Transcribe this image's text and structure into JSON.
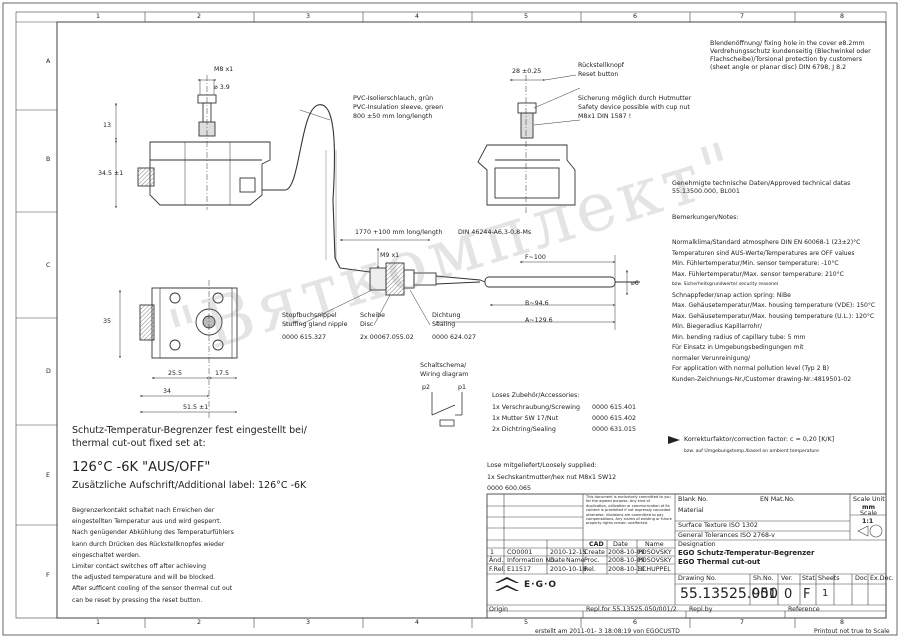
{
  "grid": {
    "cols": [
      "1",
      "2",
      "3",
      "4",
      "5",
      "6",
      "7",
      "8"
    ],
    "rows": [
      "A",
      "B",
      "C",
      "D",
      "E",
      "F"
    ]
  },
  "top_dims": {
    "m8": "M8 x1",
    "d39": "⌀ 3.9",
    "h13": "13",
    "h345": "34.5 ±1",
    "w28": "28 ±0.25"
  },
  "bottom_dims": {
    "d35": "35",
    "d255": "25.5",
    "d175": "17.5",
    "d34": "34",
    "d515": "51.5 ±1"
  },
  "labels": {
    "pvc_de": "PVC-Isolierschlauch, grün",
    "pvc_en": "PVC-Insulation sleeve, green",
    "pvc_len": "800 ±50 mm long/length",
    "knob_de": "Rückstellknopf",
    "knob_en": "Reset button",
    "safety_de": "Sicherung möglich durch Hutmutter",
    "safety_en": "Safety device possible with cup nut",
    "safety_std": "M8x1 DIN 1587 !",
    "cap_len": "1770 +100 mm long/length",
    "din_nut": "DIN 46244-A6,3-0,8-Ms",
    "m9": "M9 x1",
    "f_len": "F~100",
    "b_len": "B~94.6",
    "a_len": "A~129.6",
    "d6": "⌀6",
    "gland_de": "Stopfbuchsnippel",
    "gland_en": "Stuffing gland nipple",
    "gland_no": "0000 615.327",
    "disc_de": "Scheibe",
    "disc_en": "Disc",
    "disc_no": "2x 00067.055.02",
    "seal_de": "Dichtung",
    "seal_en": "Sealing",
    "seal_no": "0000 624.027",
    "wiring_de": "Schaltschema/",
    "wiring_en": "Wiring diagram",
    "p2": "p2",
    "p1": "p1"
  },
  "notes_right": [
    "Blendenöffnung/ fixing hole in the cover ⌀8.2mm",
    "Verdrehungsschutz kundenseitig (Blechwinkel oder",
    "Flachscheibe)/Torsional protection by customers",
    "(sheet angle or planar disc) DIN 6798, J 8.2"
  ],
  "approved": [
    "Genehmigte technische Daten/Approved technical datas",
    "55.13500.000, BL001"
  ],
  "remarks_title": "Bemerkungen/Notes:",
  "remarks": [
    "Normalklima/Standard atmosphere DIN EN 60068-1 (23±2)°C",
    "Temperaturen sind AUS-Werte/Temperatures are OFF values",
    "Min. Fühlertemperatur/Min. sensor temperature: -10°C",
    "Max. Fühlertemperatur/Max. sensor temperature: 210°C",
    "bzw. Sicherheitsgrundwerte/ security reasonel",
    "Schnappfeder/snap action spring: NiBe",
    "Max. Gehäusetemperatur/Max. housing temperature (VDE): 150°C",
    "Max. Gehäusetemperatur/Max. housing temperature (U.L.):   120°C",
    "Min. Biegeradius Kapillarrohr/",
    "Min. bending radius of capillary tube: 5 mm",
    "Für Einsatz in Umgebungsbedingungen mit",
    "normaler Verunreinigung/",
    "For application with normal pollution level (Typ 2 B)",
    "Kunden-Zeichnungs-Nr./Customer drawing-Nr.:4819501-02"
  ],
  "accessories": {
    "title": "Loses Zubehör/Accessories:",
    "items": [
      {
        "desc": "1x Verschraubung/Screwing",
        "no": "0000 615.401"
      },
      {
        "desc": "1x Mutter SW 17/Nut",
        "no": "0000 615.402"
      },
      {
        "desc": "2x Dichtring/Sealing",
        "no": "0000 631.015"
      }
    ]
  },
  "loosely": {
    "title": "Lose mitgeliefert/Loosely supplied:",
    "line1": "1x Sechskantmutter/hex nut M8x1 SW12",
    "line2": "0000 600.065"
  },
  "correction": {
    "line1": "Korrekturfaktor/correction factor: c = 0,20 [K/K]",
    "line2": "bzw. auf Umgebungstemp./based on ambient temperature"
  },
  "left_block": {
    "title1": "Schutz-Temperatur-Begrenzer fest eingestellt bei/",
    "title2": "thermal cut-out fixed set at:",
    "setting": "126°C -6K \"AUS/OFF\"",
    "additional": "Zusätzliche Aufschrift/Additional label: 126°C -6K",
    "desc": [
      "Begrenzerkontakt schaltet nach Erreichen der",
      "eingestellten Temperatur aus und wird gesperrt.",
      "Nach genügender Abkühlung des Temperaturfühlers",
      "kann durch Drücken des Rückstellknopfes wieder",
      "eingeschaltet werden.",
      "Limiter contact switches off after achieving",
      "the adjusted temperature and will be blocked.",
      "After sufficent cooling of the sensor thermal cut out",
      "can be reset by pressing the reset button."
    ]
  },
  "title_block": {
    "legal": "This document is exclusively committed to you for the agreed purpose. Any kind of duplication, utilization or communication of its content is prohibited if not expressly conceded otherwise. Violations are committed to pay compensations. Any claims of existing or future property rights remain unaffected.",
    "cad": "CAD",
    "h_date": "Date",
    "h_name": "Name",
    "rev_no": "1",
    "rev_code": "CO0001",
    "rev_date": "2010-12-15",
    "change": "Änd.",
    "info_no": "Information No.",
    "date_col": "Date",
    "name_col": "Name",
    "f_rel": "F.Rel.",
    "f_rel_val": "E11517",
    "f_rel_date": "2010-10-18",
    "create": "Create",
    "create_date": "2008-10-09",
    "create_name": "POSOVSKY",
    "proc": "Proc.",
    "proc_date": "2008-10-09",
    "proc_name": "POSOVSKY",
    "rel": "Rel.",
    "rel_date": "2008-10-10",
    "rel_name": "SCHUPPEL",
    "origin": "Origin",
    "replfor": "Repl.for 55.13525.050/001/2",
    "replby": "Repl.by",
    "reference": "Reference",
    "blank_no": "Blank No.",
    "en_mat_no": "EN Mat.No.",
    "material": "Material",
    "surface": "Surface Texture ISO 1302",
    "tolerances": "General Tolerances  ISO 2768-v",
    "designation": "Designation",
    "desig_de": "EGO Schutz-Temperatur-Begrenzer",
    "desig_en": "EGO Thermal cut-out",
    "drawing_no_label": "Drawing No.",
    "drawing_no": "55.13525.050",
    "sh_no_label": "Sh.No.",
    "sh_no": "901",
    "ver_label": "Ver.",
    "ver": "0",
    "stat_label": "Stat.",
    "stat": "F",
    "sheets_label": "Sheets",
    "sheets": "1",
    "doc_label": "Doc.",
    "ex_doc_label": "Ex.Doc.",
    "scale_unit": "Scale Unit",
    "unit_mm": "mm",
    "scale": "Scale",
    "scale_val": "1:1",
    "logo": "E·G·O"
  },
  "footer": {
    "created": "erstellt am 2011-01- 3 18:08:19 von EGOCUSTD",
    "printout": "Printout not true to Scale"
  },
  "watermark": "\"Вяткомплект\""
}
